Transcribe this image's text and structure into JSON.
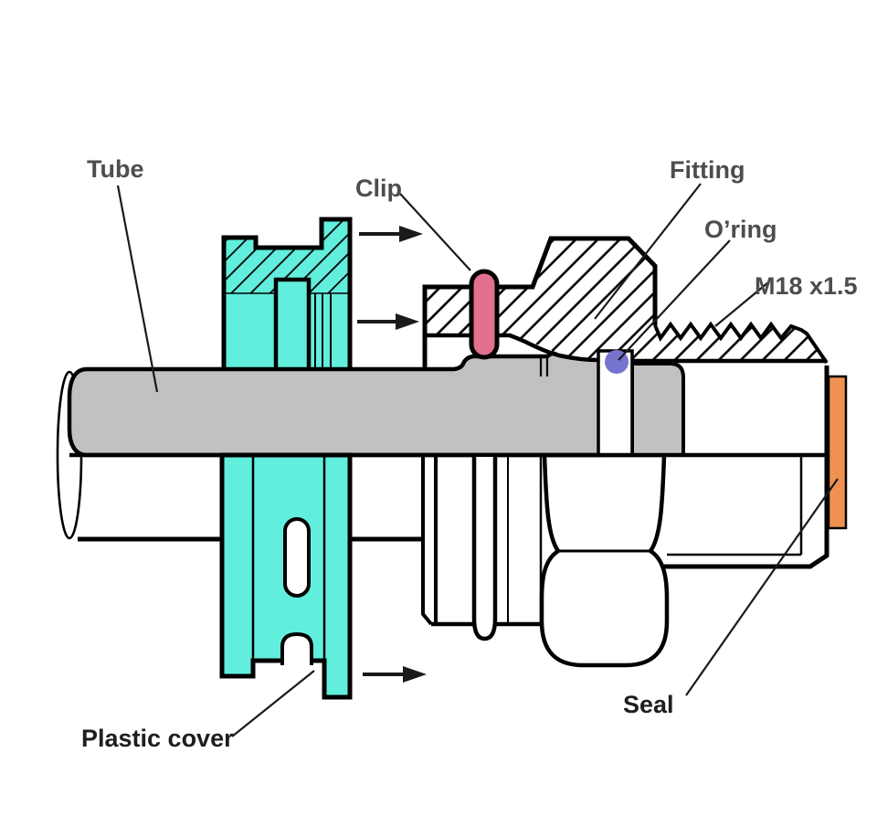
{
  "title": "Tube fitting cross-section diagram",
  "labels": {
    "tube": "Tube",
    "clip": "Clip",
    "fitting": "Fitting",
    "oring": "O’ring",
    "thread_spec": "M18 x1.5",
    "seal": "Seal",
    "plastic_cover": "Plastic cover"
  },
  "colors": {
    "tube_gray": "#C2C1C1",
    "cover_cyan": "#62EEDD",
    "clip_pink": "#E2718F",
    "oring_blue": "#7673CE",
    "seal_orange": "#EF9150",
    "label_gray": "#4D4D4D",
    "label_dark": "#1E1E1E",
    "outline": "#000000"
  }
}
